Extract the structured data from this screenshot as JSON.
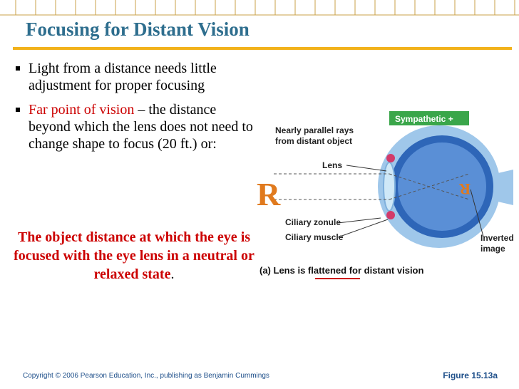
{
  "slide": {
    "title": "Focusing for Distant Vision",
    "bullet1": "Light from a distance needs little adjustment for proper focusing",
    "bullet2_red": "Far point of vision",
    "bullet2_rest": " – the distance beyond which the lens does not need to change shape to focus (20 ft.) or:",
    "emphasis_red": "The object distance at which the eye is focused with the eye lens in a neutral or relaxed state",
    "emphasis_tail": "."
  },
  "figure": {
    "badge": "Sympathetic +",
    "rays_label_1": "Nearly parallel rays",
    "rays_label_2": "from distant object",
    "lens_label": "Lens",
    "object_letter": "R",
    "image_letter": "R",
    "ciliary_zonule": "Ciliary zonule",
    "ciliary_muscle": "Ciliary muscle",
    "inverted_1": "Inverted",
    "inverted_2": "image",
    "caption_prefix": "(a) Lens is ",
    "caption_underlined": "flattened",
    "caption_suffix": " for distant vision"
  },
  "footer": {
    "copyright": "Copyright © 2006 Pearson Education, Inc., publishing as Benjamin Cummings",
    "figure_ref": "Figure 15.13a"
  },
  "colors": {
    "title": "#2e6e8e",
    "rule": "#f2b21b",
    "emphasis": "#cc0000",
    "badge": "#3aa64a",
    "object_letter": "#e07a1e",
    "footer": "#1e4f8a"
  }
}
